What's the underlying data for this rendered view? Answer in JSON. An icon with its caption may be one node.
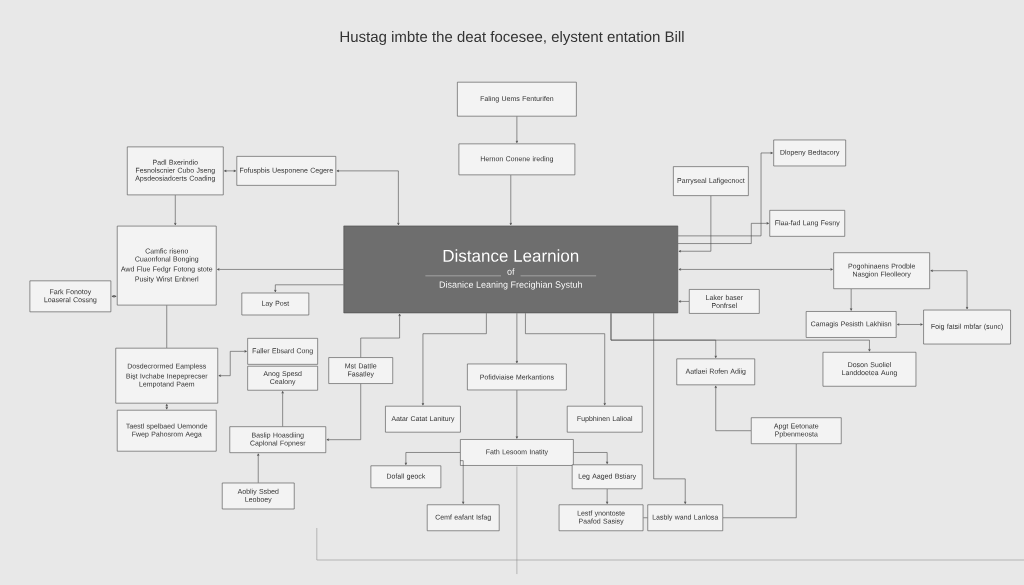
{
  "diagram": {
    "title": "Hustag imbte the deat focesee, elystent entation Bill",
    "nodes": [
      {
        "text": [
          "Faling Uems Fenturifen"
        ]
      },
      {
        "text": [
          "Hernon Conene ireding"
        ]
      },
      {
        "text": [
          "Distance Learnion",
          "of",
          "Disanice Leaning Frecighian Systuh"
        ]
      },
      {
        "text": [
          "Padl Bxerindio Fesnolscnier Cubo Jseng Apsdeosiadcerts Coading"
        ]
      },
      {
        "text": [
          "Fofuspbis Uesponene Cegere"
        ]
      },
      {
        "text": [
          "Camfic riseno Cuaonfonal Bonging",
          "Awd Flue Fedgr Fotong stote",
          "Pusity Wirst Enbnerl"
        ]
      },
      {
        "text": [
          "Fark Fonotoy Loaseral Cossng"
        ]
      },
      {
        "text": [
          "Lay Post"
        ]
      },
      {
        "text": [
          "Dosdecrormed Eampless",
          "Bişt Ivchabe Inepeprecser Lempotand Paem"
        ]
      },
      {
        "text": [
          "Taestl spelbaed Uemonde Fwep Pahosrom Aega"
        ]
      },
      {
        "text": [
          "Faller Ebsard Cong"
        ]
      },
      {
        "text": [
          "Anog Spesd Cealony"
        ]
      },
      {
        "text": [
          "Mst Dattle Fasatley"
        ]
      },
      {
        "text": [
          "Baslip Hoasdiing Caplonal Fopnesr"
        ]
      },
      {
        "text": [
          "Aobliy Ssbed Leoboey"
        ]
      },
      {
        "text": [
          "Pofidviaise Merkantions"
        ]
      },
      {
        "text": [
          "Aatar Catat Lanitury"
        ]
      },
      {
        "text": [
          "Fupbhinen Lalioal"
        ]
      },
      {
        "text": [
          "Fath Lesoom Inatity"
        ]
      },
      {
        "text": [
          "Dofall geock"
        ]
      },
      {
        "text": [
          "Cemf eafant Isfag"
        ]
      },
      {
        "text": [
          "Leg Aaged Bstiary"
        ]
      },
      {
        "text": [
          "Lestf ynontoste Paafod Sasisy"
        ]
      },
      {
        "text": [
          "Lasbly wand Lanlosa"
        ]
      },
      {
        "text": [
          "Parryseal Lafigecnoct"
        ]
      },
      {
        "text": [
          "Dlopeny Bedtacory"
        ]
      },
      {
        "text": [
          "Flaa-fad Lang Fesny"
        ]
      },
      {
        "text": [
          "Laker baser Ponfrsel"
        ]
      },
      {
        "text": [
          "Pogohinaens Prodble Nasgion Fleolleory"
        ]
      },
      {
        "text": [
          "Camagis Pesisth Lakhiisn"
        ]
      },
      {
        "text": [
          "Foig fatsil mbfar (sunc)"
        ]
      },
      {
        "text": [
          "Doson Suoliel Landdoetea Aung"
        ]
      },
      {
        "text": [
          "Aatlaei Rofen Adiig"
        ]
      },
      {
        "text": [
          "Apgt Eetonate Ppbenmeosta"
        ]
      }
    ],
    "edges": [
      {
        "from": 0,
        "to": 1,
        "arrow": "to"
      },
      {
        "from": 1,
        "to": 2,
        "arrow": "to"
      },
      {
        "from": 3,
        "to": 4,
        "arrow": "both"
      },
      {
        "from": 4,
        "to": 2,
        "arrow": "both"
      },
      {
        "from": 3,
        "to": 5,
        "arrow": "to"
      },
      {
        "from": 2,
        "to": 5,
        "arrow": "to"
      },
      {
        "from": 2,
        "to": 7,
        "arrow": "to"
      },
      {
        "from": 6,
        "to": 5,
        "arrow": "both"
      },
      {
        "from": 5,
        "to": 8,
        "arrow": "none"
      },
      {
        "from": 8,
        "to": 9,
        "arrow": "both"
      },
      {
        "from": 8,
        "to": 10,
        "arrow": "both"
      },
      {
        "from": 13,
        "to": 11,
        "arrow": "to"
      },
      {
        "from": 12,
        "to": 13,
        "arrow": "to"
      },
      {
        "from": 14,
        "to": 13,
        "arrow": "to"
      },
      {
        "from": 12,
        "to": 2,
        "arrow": "to"
      },
      {
        "from": 2,
        "to": 15,
        "arrow": "to"
      },
      {
        "from": 2,
        "to": 16,
        "arrow": "to"
      },
      {
        "from": 2,
        "to": 17,
        "arrow": "to"
      },
      {
        "from": 15,
        "to": 18,
        "arrow": "to"
      },
      {
        "from": 18,
        "to": 19,
        "arrow": "to"
      },
      {
        "from": 18,
        "to": 20,
        "arrow": "to"
      },
      {
        "from": 18,
        "to": 21,
        "arrow": "to"
      },
      {
        "from": 21,
        "to": 22,
        "arrow": "to"
      },
      {
        "from": 22,
        "to": 23,
        "arrow": "none"
      },
      {
        "from": 2,
        "to": 23,
        "arrow": "to"
      },
      {
        "from": 24,
        "to": 2,
        "arrow": "to"
      },
      {
        "from": 2,
        "to": 25,
        "arrow": "to"
      },
      {
        "from": 2,
        "to": 26,
        "arrow": "to"
      },
      {
        "from": 2,
        "to": 28,
        "arrow": "both"
      },
      {
        "from": 27,
        "to": 2,
        "arrow": "to"
      },
      {
        "from": 28,
        "to": 29,
        "arrow": "to"
      },
      {
        "from": 29,
        "to": 30,
        "arrow": "both"
      },
      {
        "from": 28,
        "to": 30,
        "arrow": "both"
      },
      {
        "from": 2,
        "to": 31,
        "arrow": "to"
      },
      {
        "from": 2,
        "to": 32,
        "arrow": "to"
      },
      {
        "from": 33,
        "to": 32,
        "arrow": "to"
      },
      {
        "from": 33,
        "to": 23,
        "arrow": "none"
      }
    ]
  }
}
